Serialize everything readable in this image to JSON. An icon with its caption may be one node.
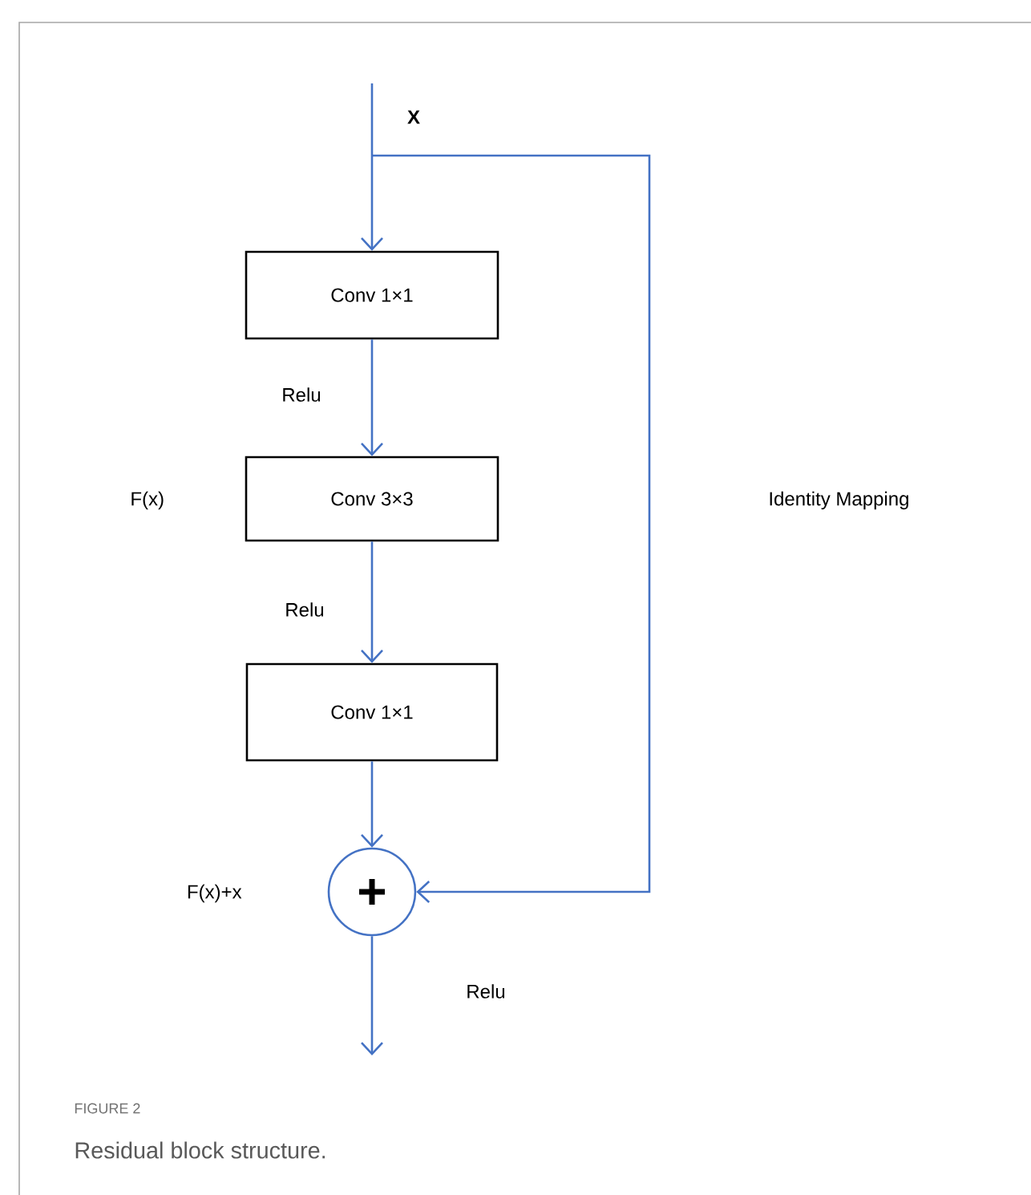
{
  "diagram": {
    "caption": "Residual block structure.",
    "nodes": [
      {
        "text": [
          "Conv 1×1"
        ]
      },
      {
        "text": [
          "Conv 3×3"
        ]
      },
      {
        "text": [
          "Conv 1×1"
        ]
      },
      {
        "text": [],
        "shape": "circle"
      }
    ],
    "edges": [
      {
        "from": null,
        "to": 0,
        "arrow": "to",
        "label": "X"
      },
      {
        "from": null,
        "to": 3,
        "arrow": "to"
      },
      {
        "from": 0,
        "to": 1,
        "arrow": "to",
        "label": "Relu"
      },
      {
        "from": 1,
        "to": 2,
        "arrow": "to",
        "label": "Relu"
      },
      {
        "from": 2,
        "to": 3,
        "arrow": "to"
      },
      {
        "from": 3,
        "to": null,
        "arrow": "to",
        "label": "Relu"
      }
    ],
    "labels": [
      "F(x)",
      "Identity Mapping",
      "F(x)+x",
      "FIGURE 2"
    ]
  }
}
